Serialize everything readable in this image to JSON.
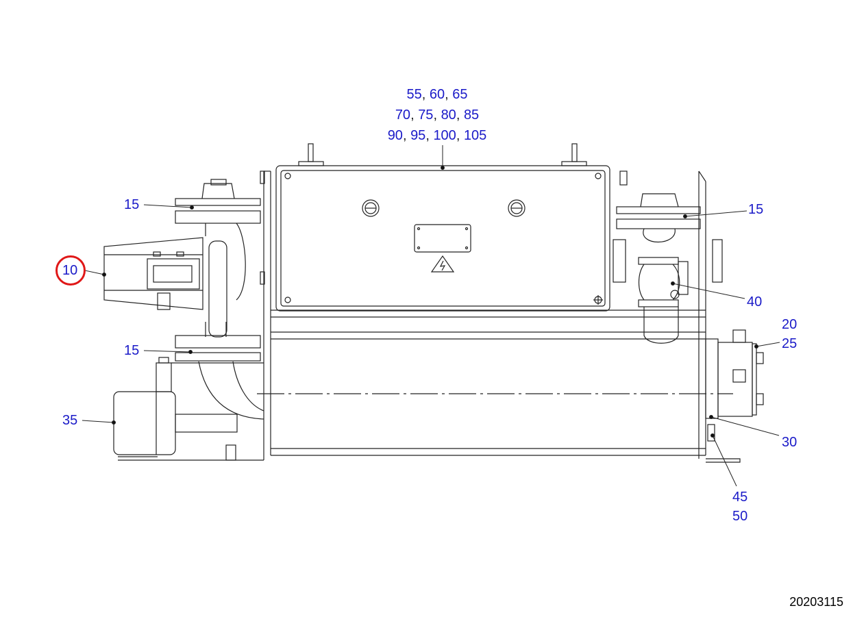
{
  "callouts": {
    "top_group": {
      "lines": [
        [
          "55",
          "60",
          "65"
        ],
        [
          "70",
          "75",
          "80",
          "85"
        ],
        [
          "90",
          "95",
          "100",
          "105"
        ]
      ]
    },
    "left_15_upper": "15",
    "left_10": "10",
    "left_15_lower": "15",
    "left_35": "35",
    "right_15": "15",
    "right_40": "40",
    "right_20_25": [
      "20",
      "25"
    ],
    "right_30": "30",
    "bottom_45_50": [
      "45",
      "50"
    ]
  },
  "selected_callout": "10",
  "drawing_number": "20203115",
  "colors": {
    "callout_text": "#1a1ac8",
    "highlight_ring": "#e01818",
    "line": "#222222"
  }
}
